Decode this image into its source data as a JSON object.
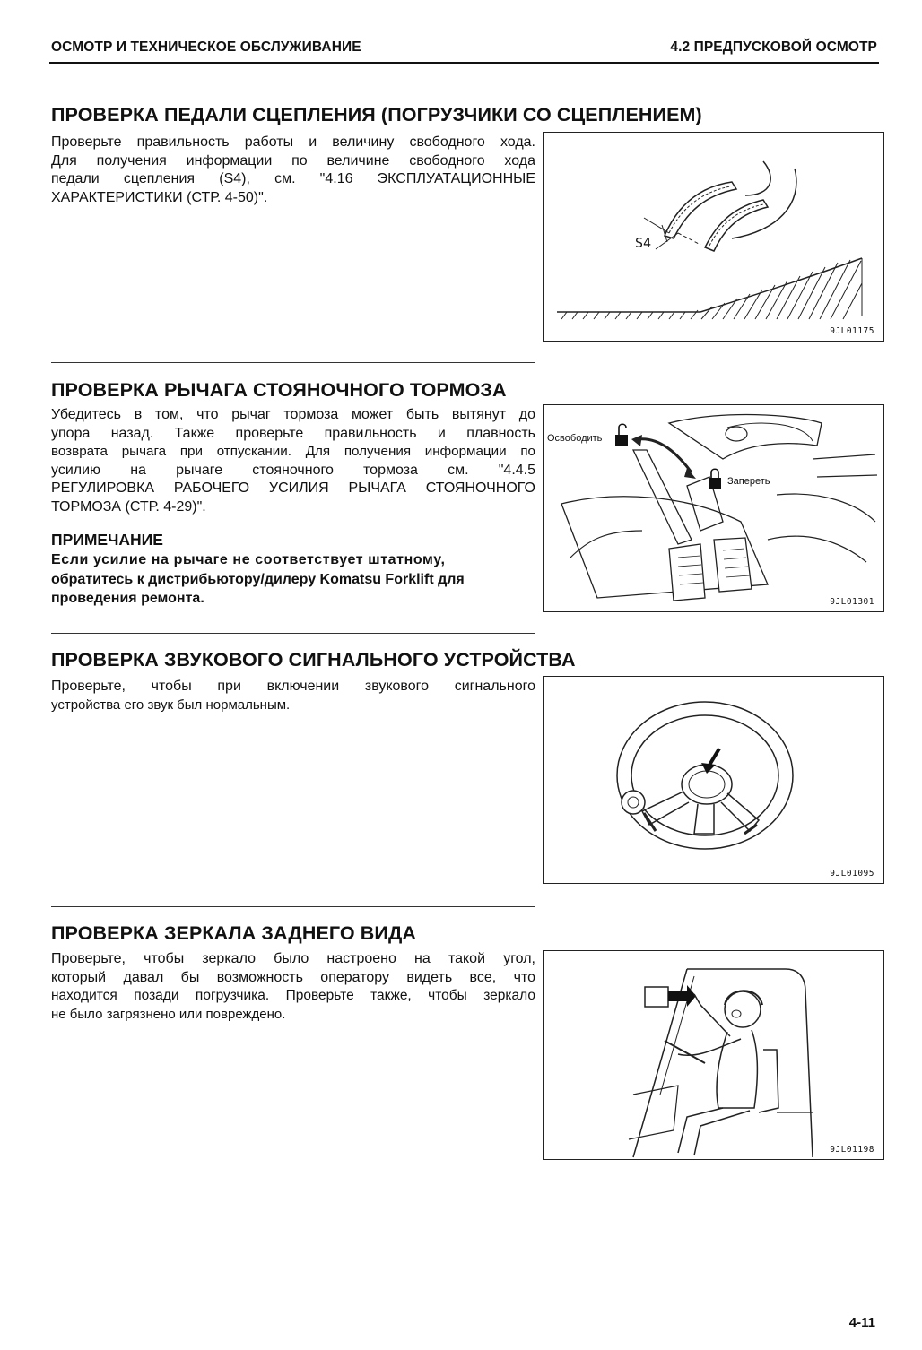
{
  "header": {
    "left": "ОСМОТР И ТЕХНИЧЕСКОЕ ОБСЛУЖИВАНИЕ",
    "right": "4.2 ПРЕДПУСКОВОЙ ОСМОТР"
  },
  "sections": [
    {
      "title": "ПРОВЕРКА ПЕДАЛИ СЦЕПЛЕНИЯ (ПОГРУЗЧИКИ СО СЦЕПЛЕНИЕМ)",
      "lines": [
        "Проверьте правильность работы и величину свободного хода.",
        "Для получения информации по величине свободного хода",
        "педали сцепления (S4), см. \"4.16 ЭКСПЛУАТАЦИОННЫЕ",
        "ХАРАКТЕРИСТИКИ (СТР. 4-50)\"."
      ],
      "figure": {
        "code": "9JL01175",
        "label": "S4"
      }
    },
    {
      "title": "ПРОВЕРКА РЫЧАГА СТОЯНОЧНОГО ТОРМОЗА",
      "lines": [
        "Убедитесь в том, что рычаг тормоза может быть вытянут до",
        "упора назад. Также проверьте правильность и плавность",
        "возврата рычага при отпускании. Для получения информации по",
        "усилию на рычаге стояночного тормоза см. \"4.4.5",
        "РЕГУЛИРОВКА РАБОЧЕГО УСИЛИЯ РЫЧАГА СТОЯНОЧНОГО",
        "ТОРМОЗА (СТР. 4-29)\"."
      ],
      "note_head": "ПРИМЕЧАНИЕ",
      "note_lines": [
        "Если усилие на рычаге не соответствует штатному,",
        "обратитесь к дистрибьютору/дилеру Komatsu Forklift для",
        "проведения ремонта."
      ],
      "figure": {
        "code": "9JL01301",
        "release": "Освободить",
        "lock": "Запереть"
      }
    },
    {
      "title": "ПРОВЕРКА ЗВУКОВОГО СИГНАЛЬНОГО УСТРОЙСТВА",
      "lines": [
        "Проверьте, чтобы при включении звукового сигнального",
        "устройства его звук был нормальным."
      ],
      "figure": {
        "code": "9JL01095"
      }
    },
    {
      "title": "ПРОВЕРКА ЗЕРКАЛА ЗАДНЕГО ВИДА",
      "lines": [
        "Проверьте, чтобы зеркало было настроено на такой угол,",
        "который давал бы возможность оператору видеть все, что",
        "находится позади погрузчика. Проверьте также, чтобы зеркало",
        "не было загрязнено или повреждено."
      ],
      "figure": {
        "code": "9JL01198"
      }
    }
  ],
  "page_number": "4-11"
}
